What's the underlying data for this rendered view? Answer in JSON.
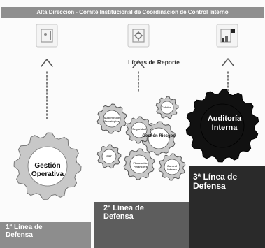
{
  "header": {
    "banner": "Alta Dirección - Comité Institucional de Coordinación de Control Interno"
  },
  "reporting": {
    "title": "Líneas de Reporte"
  },
  "gears": {
    "operational": "Gestión Operativa",
    "audit": "Auditoría Interna",
    "second_center": "Gestión Riesgos",
    "second_small": [
      "Supervisión Estratégica",
      "Seguridad",
      "Calidad",
      "SST",
      "Planeación Financiera",
      "Control Interno"
    ]
  },
  "defense": {
    "first": "1ª Línea de Defensa",
    "second": "2ª Línea de Defensa",
    "third": "3ª Línea de Defensa"
  },
  "colors": {
    "banner": "#8f8f8f",
    "gear_light": "#c8c8c8",
    "gear_dark": "#111111",
    "bar_dark": "#262626",
    "bar_mid": "#5d5d5d",
    "bar_light": "#7a7a7a"
  },
  "icons": [
    "document-icon",
    "gear-document-icon",
    "chart-document-icon"
  ]
}
